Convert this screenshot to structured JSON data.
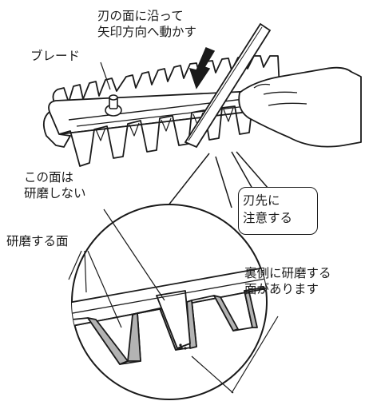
{
  "labels": {
    "instruction": [
      "刃の面に沿って",
      "矢印方向へ動かす"
    ],
    "blade": "ブレード",
    "no_grind_face": [
      "この面は",
      "研磨しない"
    ],
    "grind_face": "研磨する面",
    "caution": [
      "刃先に",
      "注意する"
    ],
    "back_side": [
      "裏側に研磨する",
      "面があります"
    ]
  },
  "colors": {
    "line": "#1a1a1a",
    "bevel_fill": "#b3b3b3",
    "grip_fill": "#ffffff"
  }
}
